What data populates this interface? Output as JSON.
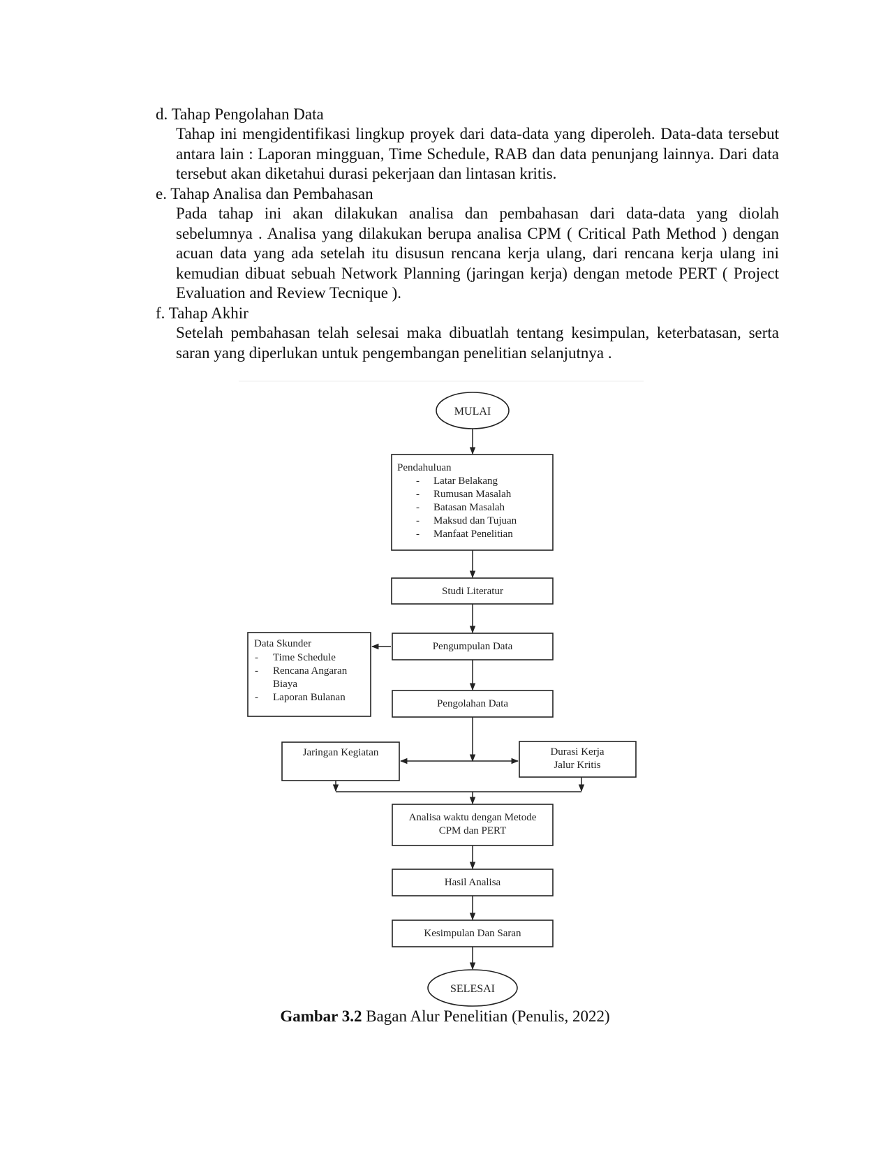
{
  "sections": [
    {
      "heading": "d. Tahap Pengolahan Data",
      "body": "Tahap ini mengidentifikasi lingkup proyek dari data-data yang diperoleh. Data-data tersebut antara lain : Laporan mingguan, Time Schedule, RAB dan data penunjang lainnya. Dari data tersebut akan diketahui durasi pekerjaan dan lintasan kritis."
    },
    {
      "heading": "e. Tahap Analisa dan Pembahasan",
      "body": "Pada tahap ini akan dilakukan analisa dan pembahasan dari data-data yang diolah sebelumnya . Analisa yang dilakukan berupa analisa CPM ( Critical Path Method ) dengan acuan data yang ada setelah itu disusun rencana kerja ulang, dari rencana kerja ulang ini kemudian dibuat sebuah Network Planning (jaringan kerja) dengan metode PERT ( Project Evaluation and Review Tecnique )."
    },
    {
      "heading": "f. Tahap Akhir",
      "body": "Setelah pembahasan telah selesai maka dibuatlah tentang kesimpulan, keterbatasan, serta saran yang diperlukan untuk pengembangan penelitian selanjutnya ."
    }
  ],
  "flowchart": {
    "start": "MULAI",
    "intro": {
      "title": "Pendahuluan",
      "items": [
        "Latar Belakang",
        "Rumusan Masalah",
        "Batasan Masalah",
        "Maksud dan Tujuan",
        "Manfaat Penelitian"
      ]
    },
    "literature": "Studi Literatur",
    "collection": "Pengumpulan Data",
    "secondary": {
      "title": "Data Skunder",
      "item1": "Time Schedule",
      "item2_line1": "Rencana Angaran",
      "item2_line2": "Biaya",
      "item3": "Laporan Bulanan"
    },
    "processing": "Pengolahan Data",
    "network": "Jaringan Kegiatan",
    "duration_line1": "Durasi Kerja",
    "duration_line2": "Jalur Kritis",
    "analysis_line1": "Analisa waktu dengan Metode",
    "analysis_line2": "CPM dan PERT",
    "result": "Hasil Analisa",
    "conclusion": "Kesimpulan Dan Saran",
    "end": "SELESAI"
  },
  "caption": {
    "label": "Gambar 3.2",
    "text": " Bagan Alur Penelitian (Penulis, 2022)"
  }
}
